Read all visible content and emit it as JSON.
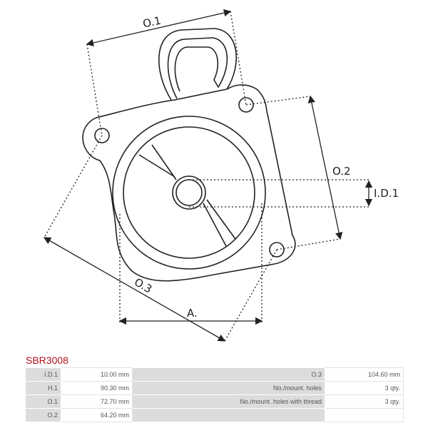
{
  "product_code": "SBR3008",
  "diagram": {
    "labels": {
      "o1": "O.1",
      "o2": "O.2",
      "id1": "I.D.1",
      "o3": "O.3",
      "a": "A."
    }
  },
  "specs": [
    {
      "k1": "I.D.1",
      "v1": "10.00 mm",
      "k2": "O.3",
      "v2": "104.60 mm"
    },
    {
      "k1": "H.1",
      "v1": "90.30 mm",
      "k2": "No./mount. holes",
      "v2": "3 qty."
    },
    {
      "k1": "O.1",
      "v1": "72.70 mm",
      "k2": "No./mount. holes with thread",
      "v2": "3 qty."
    },
    {
      "k1": "O.2",
      "v1": "64.20 mm",
      "k2": "",
      "v2": ""
    }
  ]
}
